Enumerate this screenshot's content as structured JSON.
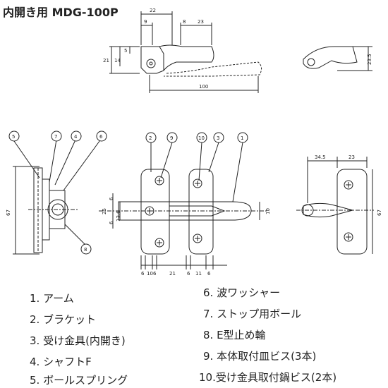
{
  "title": "内開き用 MDG-100P",
  "dimensions": {
    "d22": "22",
    "d9": "9",
    "d8": "8",
    "d23": "23",
    "d5": "5",
    "d14": "14",
    "d21": "21",
    "d100": "100",
    "d23_5": "23.5",
    "d67_left": "67",
    "d6a": "6",
    "d25": "25",
    "d6b": "6",
    "d13_6": "13.6",
    "d10_right": "10",
    "bottom": [
      "6",
      "10",
      "6",
      "21",
      "6",
      "11",
      "6"
    ],
    "d34_5": "34.5",
    "d23_right": "23",
    "d67_right": "67"
  },
  "callouts": {
    "left_view": [
      "5",
      "7",
      "4",
      "6",
      "8"
    ],
    "main_view": [
      "2",
      "9",
      "10",
      "3",
      "1"
    ]
  },
  "parts": [
    "1. アーム",
    "2. ブラケット",
    "3. 受け金具(内開き)",
    "4. シャフトF",
    "5. ボールスプリング",
    "6. 波ワッシャー",
    "7. ストップ用ボール",
    "8. E型止め輪",
    "9. 本体取付皿ビス(3本)",
    "10.受け金具取付鍋ビス(2本)"
  ]
}
